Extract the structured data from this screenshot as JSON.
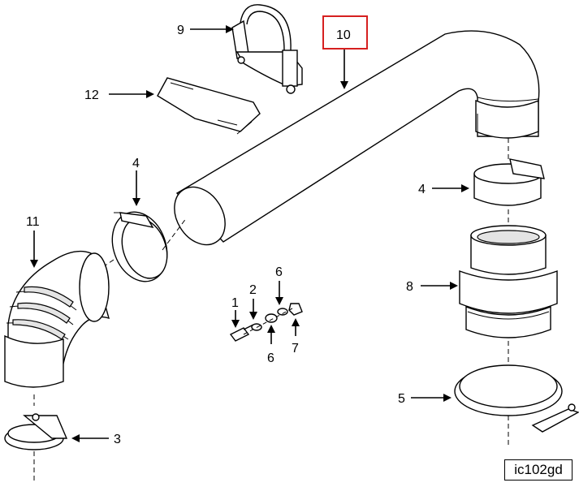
{
  "figure_code": "ic102gd",
  "highlight_color": "#d62020",
  "callouts": [
    {
      "id": "9",
      "label": "9"
    },
    {
      "id": "10",
      "label": "10",
      "highlighted": true
    },
    {
      "id": "12",
      "label": "12"
    },
    {
      "id": "4a",
      "label": "4"
    },
    {
      "id": "4b",
      "label": "4"
    },
    {
      "id": "11",
      "label": "11"
    },
    {
      "id": "8",
      "label": "8"
    },
    {
      "id": "1",
      "label": "1"
    },
    {
      "id": "2",
      "label": "2"
    },
    {
      "id": "6a",
      "label": "6"
    },
    {
      "id": "6b",
      "label": "6"
    },
    {
      "id": "7",
      "label": "7"
    },
    {
      "id": "5",
      "label": "5"
    },
    {
      "id": "3",
      "label": "3"
    }
  ]
}
